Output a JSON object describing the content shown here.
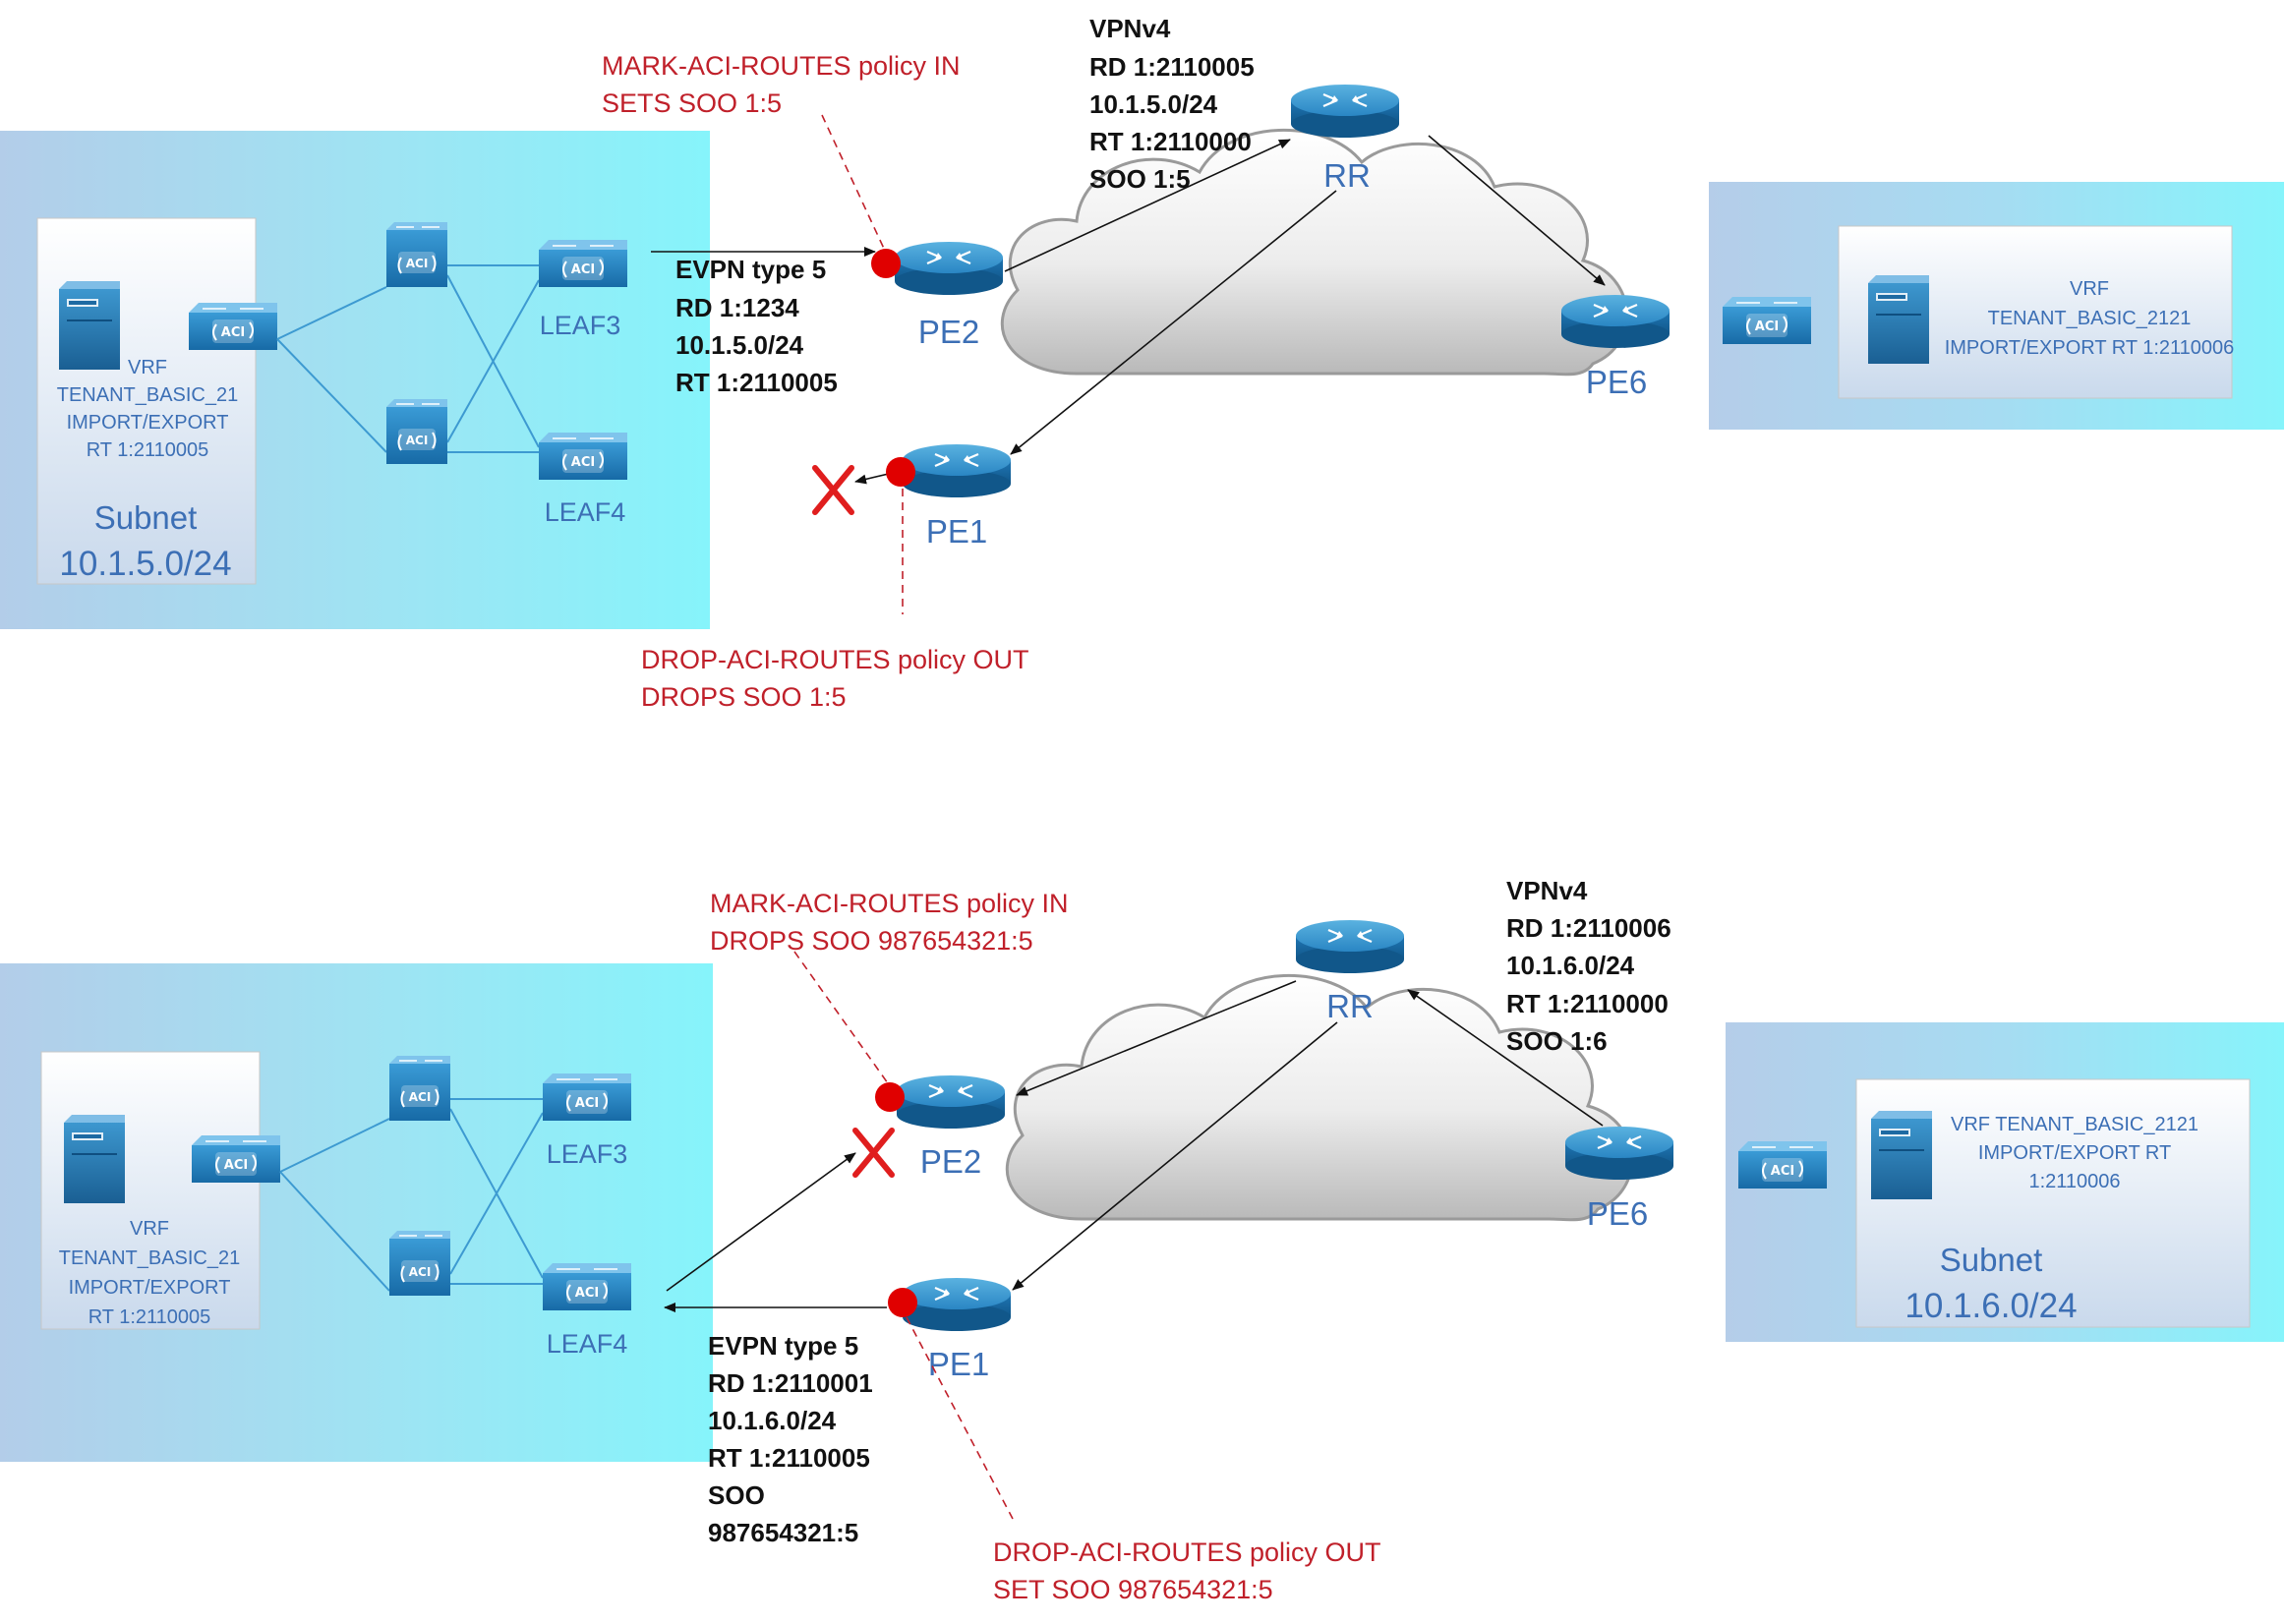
{
  "top": {
    "left_vrf": {
      "lines": [
        "VRF",
        "TENANT_BASIC_21",
        "IMPORT/EXPORT",
        "RT 1:2110005"
      ]
    },
    "subnet_title": "Subnet",
    "subnet_value": "10.1.5.0/24",
    "leaf3": "LEAF3",
    "leaf4": "LEAF4",
    "pe2": "PE2",
    "pe1": "PE1",
    "rr": "RR",
    "pe6": "PE6",
    "policy_in": [
      "MARK-ACI-ROUTES policy IN",
      "SETS SOO 1:5"
    ],
    "policy_out": [
      "DROP-ACI-ROUTES policy OUT",
      "DROPS SOO 1:5"
    ],
    "evpn": [
      "EVPN type 5",
      "RD 1:1234",
      "10.1.5.0/24",
      "RT 1:2110005"
    ],
    "vpnv4": [
      "VPNv4",
      "RD 1:2110005",
      "10.1.5.0/24",
      "RT 1:2110000",
      "SOO 1:5"
    ],
    "right_vrf": [
      "VRF",
      "TENANT_BASIC_2121",
      "IMPORT/EXPORT RT 1:2110006"
    ]
  },
  "bottom": {
    "left_vrf": {
      "lines": [
        "VRF",
        "TENANT_BASIC_21",
        "IMPORT/EXPORT",
        "RT 1:2110005"
      ]
    },
    "leaf3": "LEAF3",
    "leaf4": "LEAF4",
    "pe2": "PE2",
    "pe1": "PE1",
    "rr": "RR",
    "pe6": "PE6",
    "policy_in": [
      "MARK-ACI-ROUTES policy IN",
      "DROPS SOO 987654321:5"
    ],
    "policy_out": [
      "DROP-ACI-ROUTES policy OUT",
      "SET SOO 987654321:5"
    ],
    "evpn": [
      "EVPN type 5",
      "RD 1:2110001",
      "10.1.6.0/24",
      "RT 1:2110005",
      "SOO",
      "987654321:5"
    ],
    "vpnv4": [
      "VPNv4",
      "RD 1:2110006",
      "10.1.6.0/24",
      "RT 1:2110000",
      "SOO 1:6"
    ],
    "right_vrf": [
      "VRF TENANT_BASIC_2121",
      "IMPORT/EXPORT RT",
      "1:2110006"
    ],
    "subnet_title": "Subnet",
    "subnet_value": "10.1.6.0/24"
  },
  "icons": {
    "aci_switch": "ACI",
    "router": "router-icon",
    "server": "server-icon"
  },
  "colors": {
    "label_blue": "#3c6fb5",
    "policy_red": "#c0202a",
    "panel_cyan": "#86f4fb",
    "panel_blue": "#b0cfe9",
    "blocked_x": "#e01e1e"
  }
}
